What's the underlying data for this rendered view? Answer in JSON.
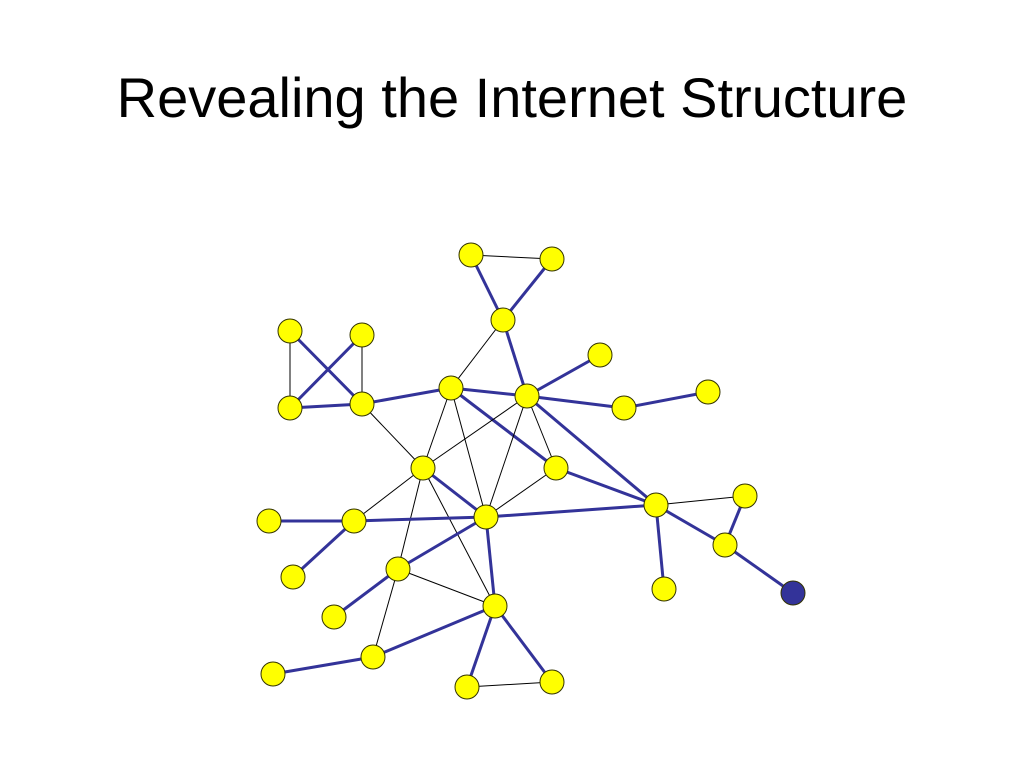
{
  "slide": {
    "title": "Revealing the Internet Structure"
  },
  "graph": {
    "colors": {
      "node_fill": "#ffff00",
      "node_stroke": "#333300",
      "highlight_node_fill": "#333399",
      "thick_edge": "#333399",
      "thin_edge": "#000000"
    },
    "nodes": [
      {
        "id": "n1",
        "kind": "normal"
      },
      {
        "id": "n2",
        "kind": "normal"
      },
      {
        "id": "n3",
        "kind": "normal"
      },
      {
        "id": "n4",
        "kind": "normal"
      },
      {
        "id": "n5",
        "kind": "normal"
      },
      {
        "id": "n6",
        "kind": "normal"
      },
      {
        "id": "n7",
        "kind": "normal"
      },
      {
        "id": "n8",
        "kind": "normal"
      },
      {
        "id": "n9",
        "kind": "normal"
      },
      {
        "id": "n10",
        "kind": "normal"
      },
      {
        "id": "n11",
        "kind": "normal"
      },
      {
        "id": "n12",
        "kind": "normal"
      },
      {
        "id": "n13",
        "kind": "normal"
      },
      {
        "id": "n14",
        "kind": "normal"
      },
      {
        "id": "n15",
        "kind": "normal"
      },
      {
        "id": "n16",
        "kind": "normal"
      },
      {
        "id": "n17",
        "kind": "normal"
      },
      {
        "id": "n18",
        "kind": "normal"
      },
      {
        "id": "n19",
        "kind": "normal"
      },
      {
        "id": "n20",
        "kind": "normal"
      },
      {
        "id": "n21",
        "kind": "normal"
      },
      {
        "id": "n22",
        "kind": "normal"
      },
      {
        "id": "n23",
        "kind": "normal"
      },
      {
        "id": "n24",
        "kind": "normal"
      },
      {
        "id": "n25",
        "kind": "normal"
      },
      {
        "id": "n26",
        "kind": "normal"
      },
      {
        "id": "n27",
        "kind": "normal"
      },
      {
        "id": "n28",
        "kind": "highlight"
      }
    ],
    "edges": [
      {
        "from": "n1",
        "to": "n3",
        "style": "thick"
      },
      {
        "from": "n2",
        "to": "n3",
        "style": "thick"
      },
      {
        "from": "n1",
        "to": "n2",
        "style": "thin"
      },
      {
        "from": "n3",
        "to": "n8",
        "style": "thick"
      },
      {
        "from": "n3",
        "to": "n9",
        "style": "thin"
      },
      {
        "from": "n4",
        "to": "n7",
        "style": "thick"
      },
      {
        "from": "n5",
        "to": "n6",
        "style": "thick"
      },
      {
        "from": "n4",
        "to": "n6",
        "style": "thin"
      },
      {
        "from": "n5",
        "to": "n7",
        "style": "thin"
      },
      {
        "from": "n6",
        "to": "n7",
        "style": "thick"
      },
      {
        "from": "n7",
        "to": "n9",
        "style": "thick"
      },
      {
        "from": "n7",
        "to": "n13",
        "style": "thin"
      },
      {
        "from": "n9",
        "to": "n8",
        "style": "thick"
      },
      {
        "from": "n8",
        "to": "n10",
        "style": "thick"
      },
      {
        "from": "n8",
        "to": "n11",
        "style": "thick"
      },
      {
        "from": "n11",
        "to": "n12",
        "style": "thick"
      },
      {
        "from": "n9",
        "to": "n14",
        "style": "thick"
      },
      {
        "from": "n8",
        "to": "n16",
        "style": "thick"
      },
      {
        "from": "n14",
        "to": "n16",
        "style": "thick"
      },
      {
        "from": "n9",
        "to": "n13",
        "style": "thin"
      },
      {
        "from": "n9",
        "to": "n18",
        "style": "thin"
      },
      {
        "from": "n8",
        "to": "n13",
        "style": "thin"
      },
      {
        "from": "n8",
        "to": "n18",
        "style": "thin"
      },
      {
        "from": "n8",
        "to": "n14",
        "style": "thin"
      },
      {
        "from": "n14",
        "to": "n18",
        "style": "thin"
      },
      {
        "from": "n13",
        "to": "n18",
        "style": "thick"
      },
      {
        "from": "n13",
        "to": "n17",
        "style": "thin"
      },
      {
        "from": "n13",
        "to": "n20",
        "style": "thin"
      },
      {
        "from": "n13",
        "to": "n23",
        "style": "thin"
      },
      {
        "from": "n17",
        "to": "n18",
        "style": "thin"
      },
      {
        "from": "n15",
        "to": "n17",
        "style": "thick"
      },
      {
        "from": "n17",
        "to": "n19",
        "style": "thick"
      },
      {
        "from": "n17",
        "to": "n18",
        "style": "thick"
      },
      {
        "from": "n18",
        "to": "n16",
        "style": "thick"
      },
      {
        "from": "n18",
        "to": "n20",
        "style": "thick"
      },
      {
        "from": "n18",
        "to": "n23",
        "style": "thick"
      },
      {
        "from": "n16",
        "to": "n21",
        "style": "thin"
      },
      {
        "from": "n21",
        "to": "n22",
        "style": "thick"
      },
      {
        "from": "n16",
        "to": "n22",
        "style": "thick"
      },
      {
        "from": "n16",
        "to": "n24",
        "style": "thick"
      },
      {
        "from": "n22",
        "to": "n28",
        "style": "thick"
      },
      {
        "from": "n20",
        "to": "n23",
        "style": "thin"
      },
      {
        "from": "n20",
        "to": "n25",
        "style": "thick"
      },
      {
        "from": "n23",
        "to": "n26",
        "style": "thick"
      },
      {
        "from": "n23",
        "to": "n27",
        "style": "thick"
      },
      {
        "from": "n26",
        "to": "n27",
        "style": "thin"
      },
      {
        "from": "n23",
        "to": "n29",
        "style": "thick"
      },
      {
        "from": "n29",
        "to": "n30",
        "style": "thick"
      },
      {
        "from": "n29",
        "to": "n20",
        "style": "thin"
      }
    ]
  }
}
